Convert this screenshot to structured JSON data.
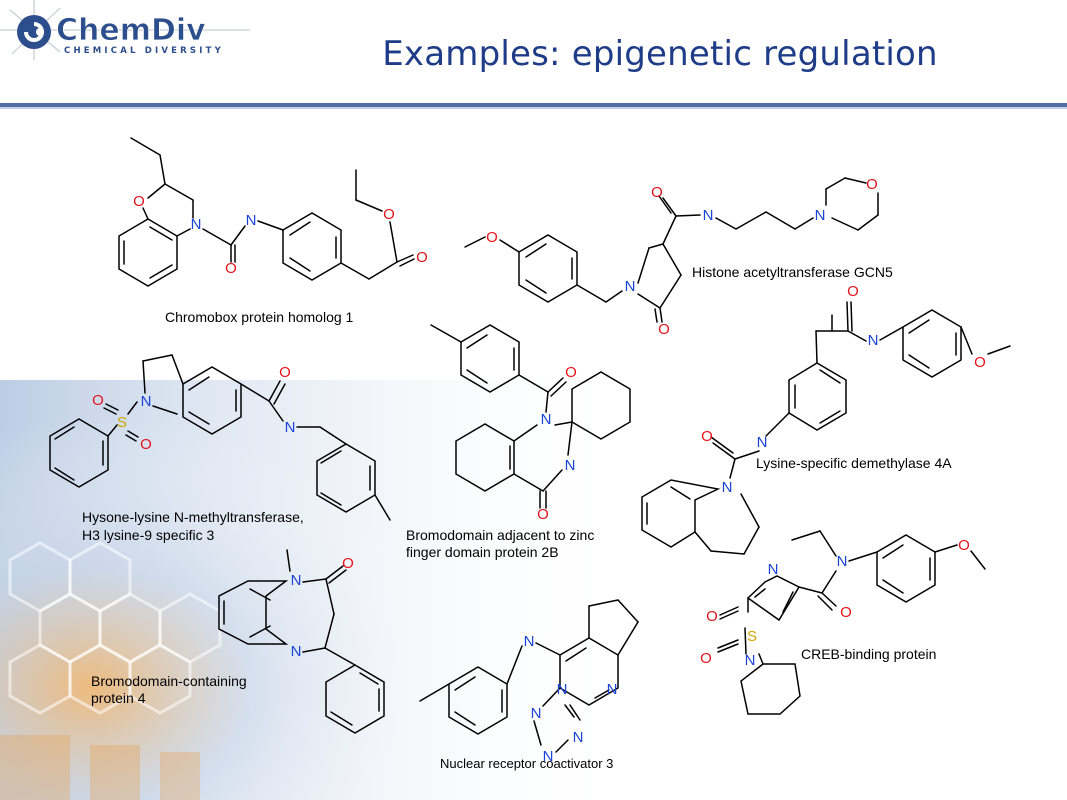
{
  "logo": {
    "name": "ChemDiv",
    "tagline": "CHEMICAL DIVERSITY"
  },
  "slide": {
    "title": "Examples: epigenetic regulation"
  },
  "labels": {
    "c1": "Chromobox protein homolog 1",
    "c2": "Histone acetyltransferase GCN5",
    "c3a": "Hysone-lysine N-methyltransferase,",
    "c3b": "H3 lysine-9 specific 3",
    "c4a": "Bromodomain adjacent to zinc",
    "c4b": "finger domain protein 2B",
    "c5": "Lysine-specific demethylase 4A",
    "c6a": "Bromodomain-containing",
    "c6b": "protein 4",
    "c7": "Nuclear receptor coactivator 3",
    "c8": "CREB-binding protein"
  },
  "atoms": {
    "O": "O",
    "N": "N",
    "S": "S"
  }
}
